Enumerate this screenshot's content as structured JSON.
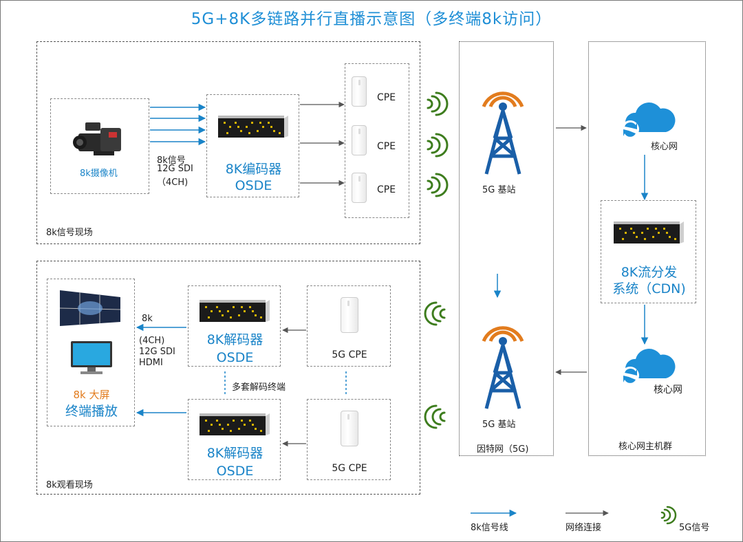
{
  "title": "5G+8K多链路并行直播示意图（多终端8k访问）",
  "scenes": {
    "signal_site": "8k信号现场",
    "viewing_site": "8k观看现场",
    "inter_network": "因特网（5G)",
    "core_cluster": "核心网主机群"
  },
  "camera": {
    "label": "8k摄像机"
  },
  "signal_desc": [
    "8k信号",
    "12G SDI",
    "（4CH)"
  ],
  "encoder": {
    "name": "8K编码器",
    "model": "OSDE"
  },
  "cpe_upper": [
    "CPE",
    "CPE",
    "CPE"
  ],
  "base_station": [
    "5G 基站",
    "5G 基站"
  ],
  "core_network": [
    "核心网",
    "核心网"
  ],
  "cdn": {
    "line1": "8K流分发",
    "line2": "系统（CDN)"
  },
  "decoders": [
    {
      "name": "8K解码器",
      "model": "OSDE",
      "cpe": "5G CPE"
    },
    {
      "name": "8K解码器",
      "model": "OSDE",
      "cpe": "5G CPE"
    }
  ],
  "multi_decoder_note": "多套解码终端",
  "output_desc": [
    "8k",
    "(4CH)",
    "12G SDI",
    "HDMI"
  ],
  "display": {
    "line1": "8k 大屏",
    "line2": "终端播放"
  },
  "legend": {
    "signal_line": "8k信号线",
    "network": "网络连接",
    "signal_5g": "5G信号"
  },
  "colors": {
    "title": "#1f8fd6",
    "signal_line": "#1a84c8",
    "network_line": "#555555",
    "wave": "#3e7d1e",
    "tower_blue": "#1a5fa8",
    "tower_orange": "#e27c1e",
    "cloud": "#1e90d8"
  }
}
